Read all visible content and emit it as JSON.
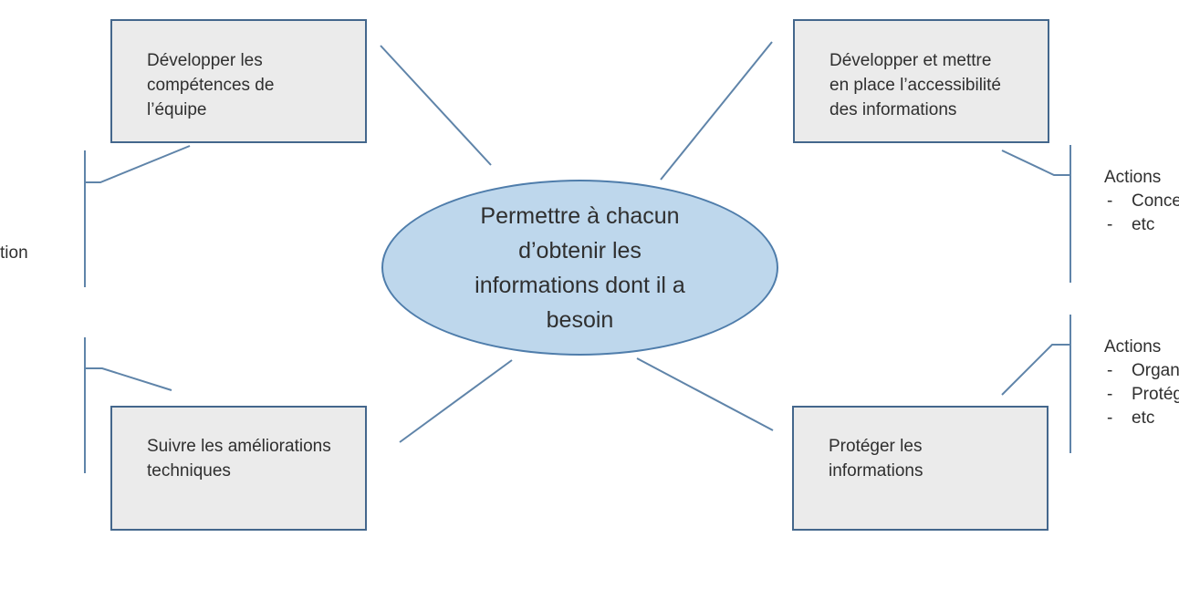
{
  "colors": {
    "ellipse_fill": "#bed7ec",
    "ellipse_border": "#4f7dab",
    "box_fill": "#ebebeb",
    "box_border": "#44678c",
    "line": "#5f84a9",
    "text": "#2f2f2f"
  },
  "center_ellipse": {
    "lines": [
      "Permettre à chacun",
      "d’obtenir les",
      "informations dont il a",
      "besoin"
    ]
  },
  "boxes": {
    "top_left": {
      "lines": [
        "Développer les",
        "compétences de",
        "l’équipe"
      ]
    },
    "top_right": {
      "lines": [
        "Développer et mettre",
        "en place l’accessibilité",
        "des informations"
      ]
    },
    "bottom_left": {
      "lines": [
        "Suivre les améliorations",
        "techniques"
      ]
    },
    "bottom_right": {
      "lines": [
        "Protéger les",
        "informations"
      ]
    }
  },
  "actions_top": {
    "title": "Actions",
    "items": [
      {
        "bullet": "-",
        "text": "Concev"
      },
      {
        "bullet": "-",
        "text": "etc"
      }
    ]
  },
  "actions_bottom": {
    "title": "Actions",
    "items": [
      {
        "bullet": "-",
        "text": "Organi"
      },
      {
        "bullet": "-",
        "text": "Protég"
      },
      {
        "bullet": "-",
        "text": "etc"
      }
    ]
  },
  "left_partial": {
    "text": "tion"
  }
}
